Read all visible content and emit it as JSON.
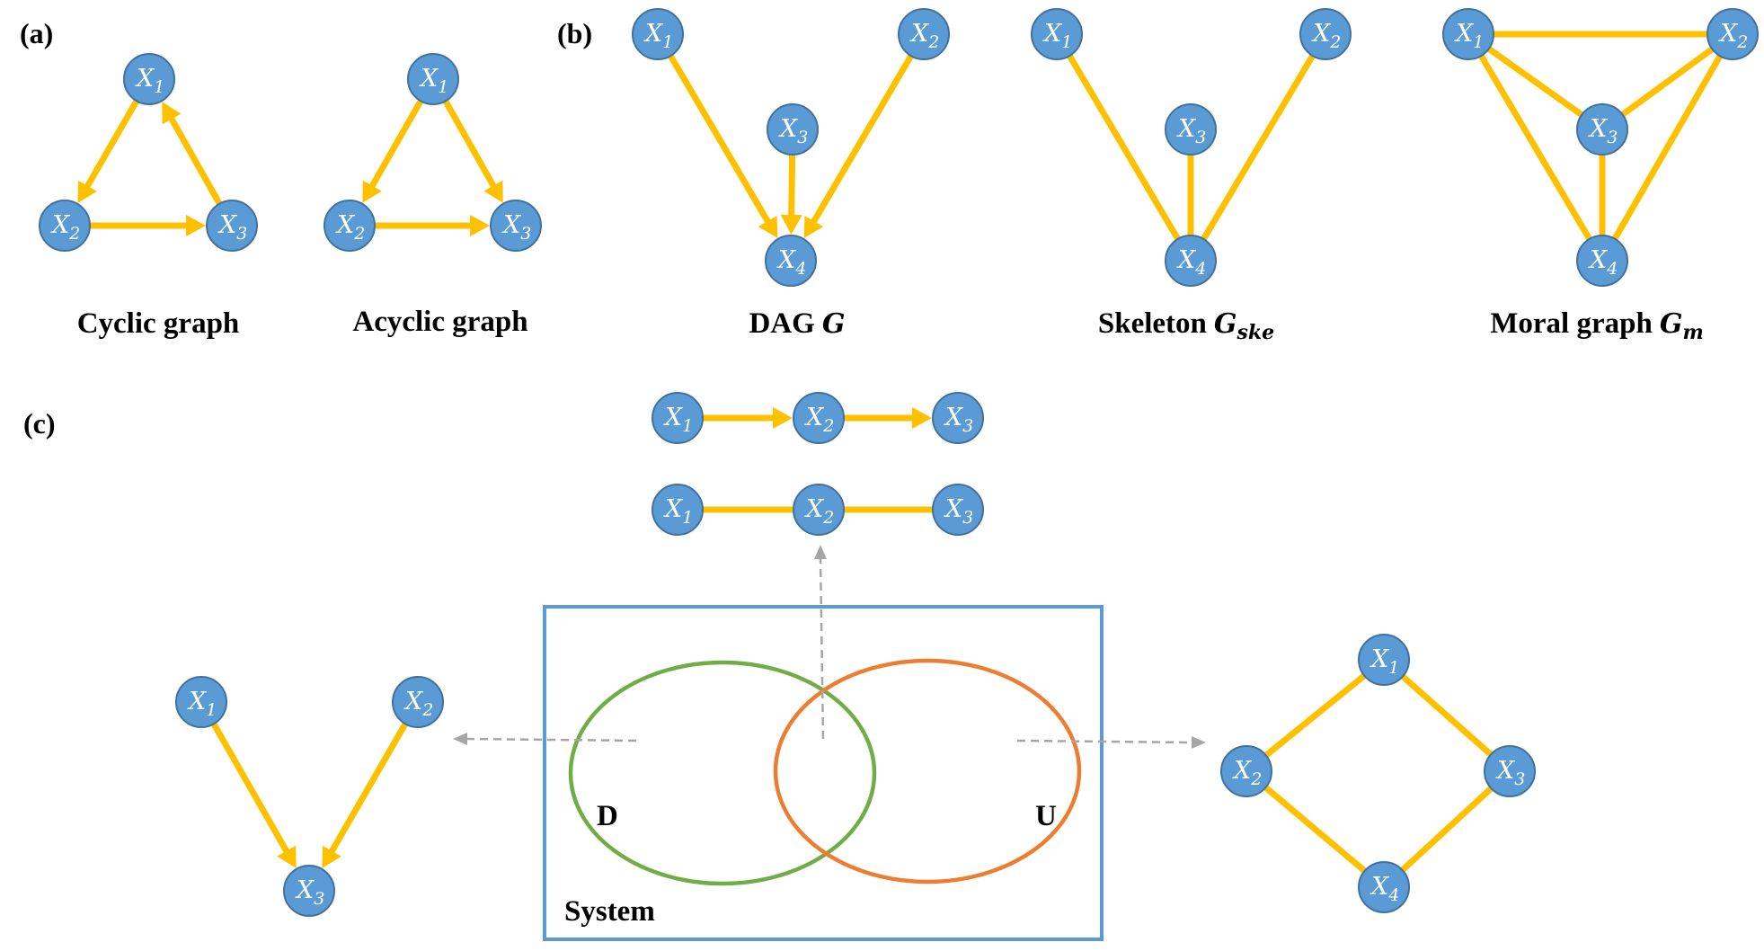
{
  "colors": {
    "node_fill": "#5B9BD5",
    "node_stroke": "#41719C",
    "edge": "#FFC000",
    "system_box": "#5B9BD5",
    "set_d": "#70AD47",
    "set_u": "#ED7D31",
    "dashed_arrow": "#A6A6A6"
  },
  "node_letter": "X",
  "panels": {
    "a": {
      "label": "(a)",
      "cyclic_caption": "Cyclic graph",
      "acyclic_caption": "Acyclic graph"
    },
    "b": {
      "label": "(b)",
      "dag_caption": "DAG",
      "dag_symbol": "G",
      "skeleton_caption": "Skeleton",
      "skeleton_symbol": "G",
      "skeleton_sub": "ske",
      "moral_caption": "Moral graph",
      "moral_symbol": "G",
      "moral_sub": "m"
    },
    "c": {
      "label": "(c)",
      "system_label": "System",
      "set_d_label": "D",
      "set_u_label": "U"
    }
  },
  "graphs": [
    {
      "id": "cyclic",
      "nodes": [
        1,
        2,
        3
      ],
      "edges": [
        [
          1,
          2,
          "directed"
        ],
        [
          2,
          3,
          "directed"
        ],
        [
          3,
          1,
          "directed"
        ]
      ]
    },
    {
      "id": "acyclic",
      "nodes": [
        1,
        2,
        3
      ],
      "edges": [
        [
          1,
          2,
          "directed"
        ],
        [
          1,
          3,
          "directed"
        ],
        [
          2,
          3,
          "directed"
        ]
      ]
    },
    {
      "id": "dag",
      "nodes": [
        1,
        2,
        3,
        4
      ],
      "edges": [
        [
          1,
          4,
          "directed"
        ],
        [
          2,
          4,
          "directed"
        ],
        [
          3,
          4,
          "directed"
        ]
      ]
    },
    {
      "id": "skeleton",
      "nodes": [
        1,
        2,
        3,
        4
      ],
      "edges": [
        [
          1,
          4,
          "undirected"
        ],
        [
          2,
          4,
          "undirected"
        ],
        [
          3,
          4,
          "undirected"
        ]
      ]
    },
    {
      "id": "moral",
      "nodes": [
        1,
        2,
        3,
        4
      ],
      "edges": [
        [
          1,
          2,
          "undirected"
        ],
        [
          1,
          3,
          "undirected"
        ],
        [
          2,
          3,
          "undirected"
        ],
        [
          1,
          4,
          "undirected"
        ],
        [
          2,
          4,
          "undirected"
        ],
        [
          3,
          4,
          "undirected"
        ]
      ]
    },
    {
      "id": "chain-directed",
      "nodes": [
        1,
        2,
        3
      ],
      "edges": [
        [
          1,
          2,
          "directed"
        ],
        [
          2,
          3,
          "directed"
        ]
      ]
    },
    {
      "id": "chain-undirected",
      "nodes": [
        1,
        2,
        3
      ],
      "edges": [
        [
          1,
          2,
          "undirected"
        ],
        [
          2,
          3,
          "undirected"
        ]
      ]
    },
    {
      "id": "v-structure",
      "nodes": [
        1,
        2,
        3
      ],
      "edges": [
        [
          1,
          3,
          "directed"
        ],
        [
          2,
          3,
          "directed"
        ]
      ]
    },
    {
      "id": "diamond",
      "nodes": [
        1,
        2,
        3,
        4
      ],
      "edges": [
        [
          1,
          2,
          "undirected"
        ],
        [
          1,
          3,
          "undirected"
        ],
        [
          2,
          4,
          "undirected"
        ],
        [
          3,
          4,
          "undirected"
        ]
      ]
    }
  ]
}
